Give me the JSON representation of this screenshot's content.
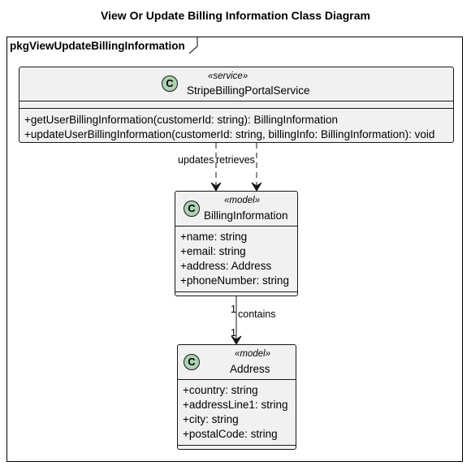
{
  "title": "View Or Update Billing Information Class Diagram",
  "package": "pkgViewUpdateBillingInformation",
  "classes": {
    "service": {
      "spot": "C",
      "stereotype": "«service»",
      "name": "StripeBillingPortalService",
      "attributes": [],
      "methods": [
        "+getUserBillingInformation(customerId: string): BillingInformation",
        "+updateUserBillingInformation(customerId: string, billingInfo: BillingInformation): void"
      ]
    },
    "billing": {
      "spot": "C",
      "stereotype": "«model»",
      "name": "BillingInformation",
      "attributes": [
        "+name: string",
        "+email: string",
        "+address: Address",
        "+phoneNumber: string"
      ],
      "methods": []
    },
    "address": {
      "spot": "C",
      "stereotype": "«model»",
      "name": "Address",
      "attributes": [
        "+country: string",
        "+addressLine1: string",
        "+city: string",
        "+postalCode: string"
      ],
      "methods": []
    }
  },
  "relations": {
    "updates": "updates",
    "retrieves": "retrieves",
    "contains": "contains",
    "contains_src_mult": "1",
    "contains_dst_mult": "1"
  },
  "colors": {
    "class_fill": "#f1f1f1",
    "border": "#181818",
    "spot": "#add1b2"
  }
}
